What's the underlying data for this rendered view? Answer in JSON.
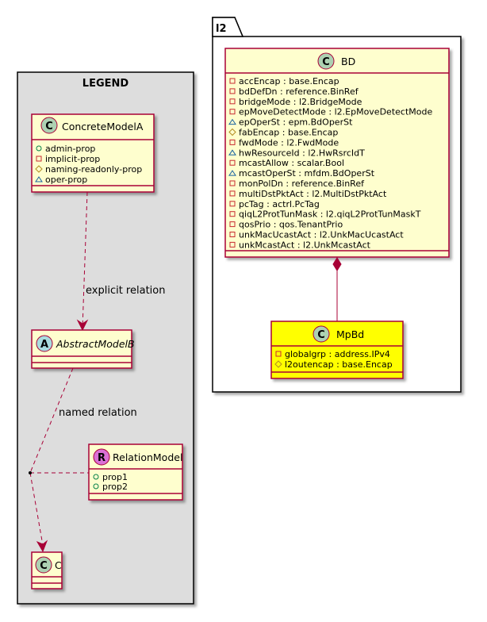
{
  "legend": {
    "title": "LEGEND",
    "concrete": {
      "stereotype": "C",
      "name": "ConcreteModelA",
      "props": [
        {
          "vis": "+",
          "name": "admin-prop"
        },
        {
          "vis": "-",
          "name": "implicit-prop"
        },
        {
          "vis": "#",
          "name": "naming-readonly-prop"
        },
        {
          "vis": "~",
          "name": "oper-prop"
        }
      ]
    },
    "abstract": {
      "stereotype": "A",
      "name": "AbstractModelB"
    },
    "relation_model": {
      "stereotype": "R",
      "name": "RelationModel",
      "props": [
        {
          "vis": "+",
          "name": "prop1"
        },
        {
          "vis": "+",
          "name": "prop2"
        }
      ]
    },
    "c_class": {
      "stereotype": "C",
      "name": "C"
    },
    "explicit_relation_label": "explicit relation",
    "named_relation_label": "named relation"
  },
  "package": {
    "name": "l2",
    "bd": {
      "stereotype": "C",
      "name": "BD",
      "attrs": [
        {
          "vis": "-",
          "text": "accEncap : base.Encap"
        },
        {
          "vis": "-",
          "text": "bdDefDn : reference.BinRef"
        },
        {
          "vis": "-",
          "text": "bridgeMode : l2.BridgeMode"
        },
        {
          "vis": "-",
          "text": "epMoveDetectMode : l2.EpMoveDetectMode"
        },
        {
          "vis": "~",
          "text": "epOperSt : epm.BdOperSt"
        },
        {
          "vis": "#",
          "text": "fabEncap : base.Encap"
        },
        {
          "vis": "-",
          "text": "fwdMode : l2.FwdMode"
        },
        {
          "vis": "~",
          "text": "hwResourceId : l2.HwRsrcIdT"
        },
        {
          "vis": "-",
          "text": "mcastAllow : scalar.Bool"
        },
        {
          "vis": "~",
          "text": "mcastOperSt : mfdm.BdOperSt"
        },
        {
          "vis": "-",
          "text": "monPolDn : reference.BinRef"
        },
        {
          "vis": "-",
          "text": "multiDstPktAct : l2.MultiDstPktAct"
        },
        {
          "vis": "-",
          "text": "pcTag : actrl.PcTag"
        },
        {
          "vis": "-",
          "text": "qiqL2ProtTunMask : l2.qiqL2ProtTunMaskT"
        },
        {
          "vis": "-",
          "text": "qosPrio : qos.TenantPrio"
        },
        {
          "vis": "-",
          "text": "unkMacUcastAct : l2.UnkMacUcastAct"
        },
        {
          "vis": "-",
          "text": "unkMcastAct : l2.UnkMcastAct"
        }
      ]
    },
    "mpbd": {
      "stereotype": "C",
      "name": "MpBd",
      "attrs": [
        {
          "vis": "-",
          "text": "globalgrp : address.IPv4"
        },
        {
          "vis": "#",
          "text": "l2outencap : base.Encap"
        }
      ]
    }
  },
  "colors": {
    "class_fill": "#FEFECE",
    "class_border": "#A80036",
    "highlight_fill": "#FFFF00",
    "legend_fill": "#DDDDDD",
    "circle_c": "#ADD1B2",
    "circle_a": "#A9DCDF",
    "circle_r": "#DA70D6",
    "relation_line": "#A80036"
  }
}
